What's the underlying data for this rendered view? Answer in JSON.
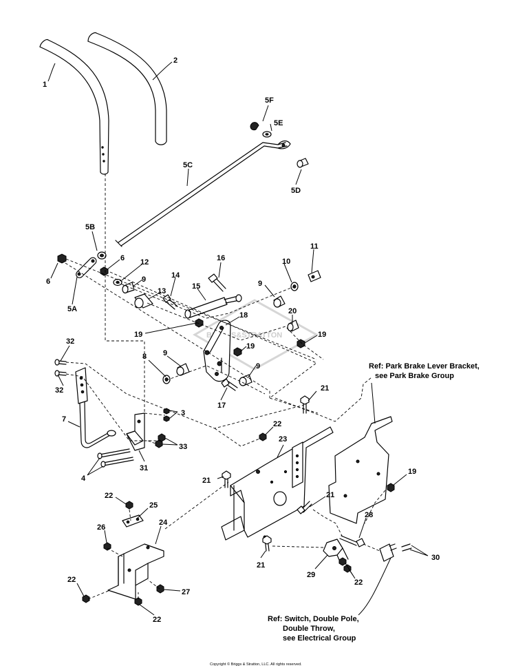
{
  "labels": {
    "l1": "1",
    "l2": "2",
    "l5F": "5F",
    "l5E": "5E",
    "l5C": "5C",
    "l5D": "5D",
    "l5B": "5B",
    "l6a": "6",
    "l6b": "6",
    "l5A": "5A",
    "l12": "12",
    "l9a": "9",
    "l13": "13",
    "l14": "14",
    "l16": "16",
    "l15": "15",
    "l9b": "9",
    "l10": "10",
    "l11": "11",
    "l18": "18",
    "l19a": "19",
    "l20": "20",
    "l19b": "19",
    "l19c": "19",
    "l8": "8",
    "l9c": "9",
    "l9d": "9",
    "l17": "17",
    "l32a": "32",
    "l32b": "32",
    "l7": "7",
    "l3": "3",
    "l33": "33",
    "l4": "4",
    "l31": "31",
    "l21a": "21",
    "l22a": "22",
    "l23": "23",
    "l21b": "21",
    "l21c": "21",
    "l21d": "21",
    "l19d": "19",
    "l28": "28",
    "l22b": "22",
    "l25": "25",
    "l26": "26",
    "l24": "24",
    "l22c": "22",
    "l27": "27",
    "l22d": "22",
    "l29": "29",
    "l22e": "22",
    "l30": "30"
  },
  "references": {
    "park_brake_line1": "Ref: Park Brake Lever  Bracket,",
    "park_brake_line2": "see  Park Brake Group",
    "switch_line1": "Ref: Switch, Double Pole,",
    "switch_line2": "Double Throw,",
    "switch_line3": "see Electrical Group"
  },
  "watermark": "BRIGGS&STRATTON",
  "copyright": "Copyright © Briggs & Stratton, LLC. All rights reserved."
}
